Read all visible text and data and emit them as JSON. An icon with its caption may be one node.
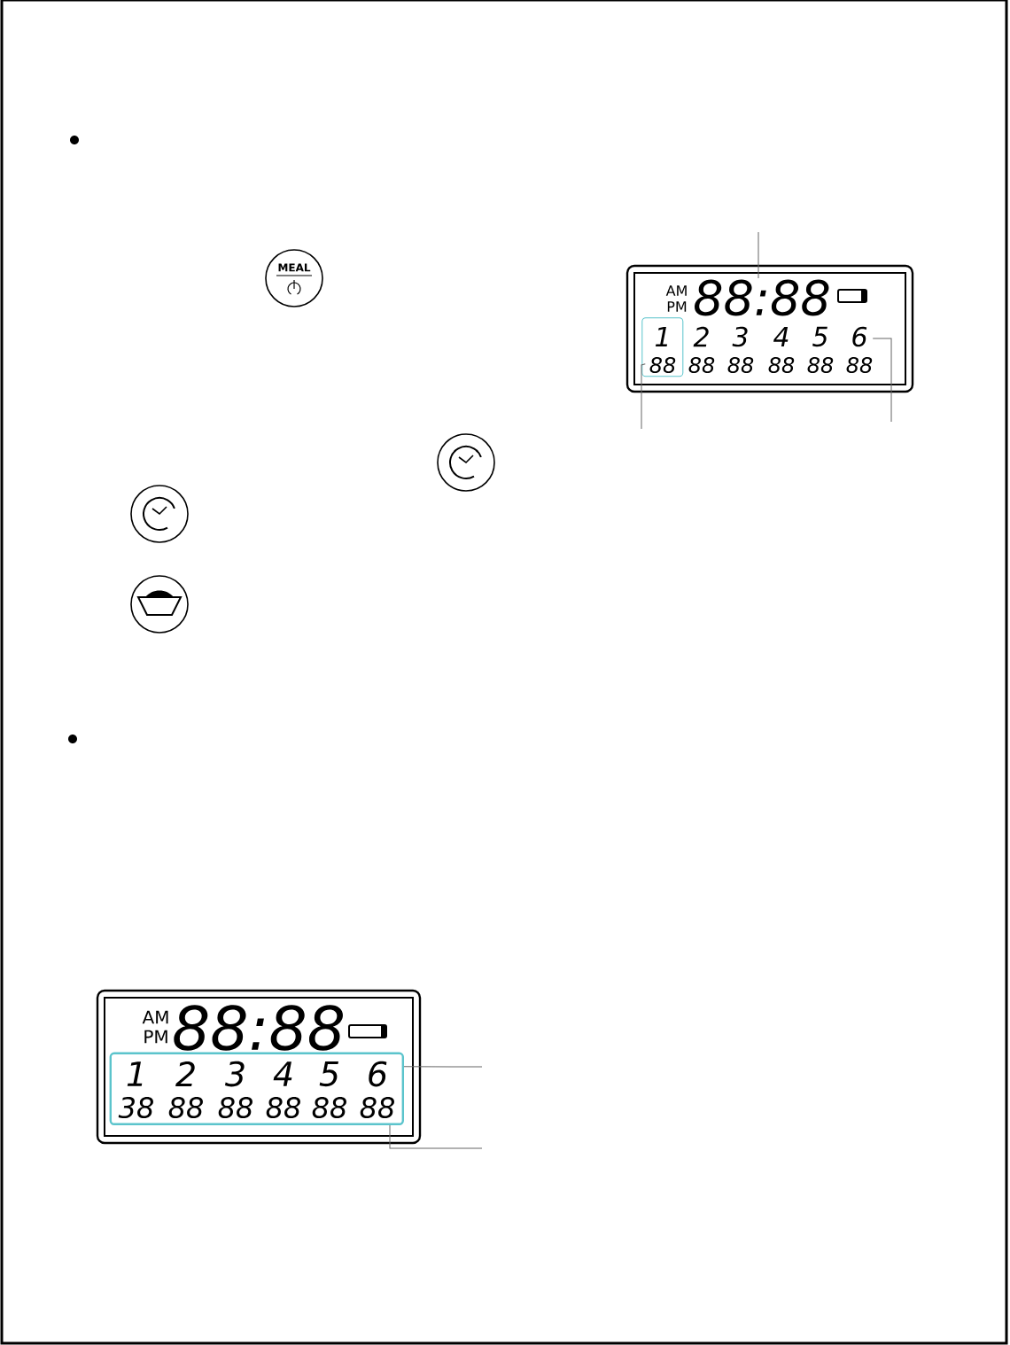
{
  "diagram": {
    "nodes": [
      {
        "text": [
          "AM",
          "PM",
          "88:88",
          "2",
          "3",
          "4",
          "5",
          "6",
          "88",
          "88",
          "88",
          "88",
          "88"
        ]
      },
      {
        "text": [
          "1",
          "88"
        ],
        "in": 0
      },
      {
        "text": [
          "AM",
          "PM",
          "88:88"
        ]
      },
      {
        "text": [
          "1",
          "2",
          "3",
          "4",
          "5",
          "6",
          "38",
          "88",
          "88",
          "88",
          "88",
          "88"
        ],
        "in": 2
      },
      {
        "text": [
          "MEAL"
        ]
      }
    ],
    "edges": [
      {
        "from": null,
        "to": 0,
        "arrow": "none"
      },
      {
        "from": null,
        "to": 1,
        "arrow": "none"
      },
      {
        "from": null,
        "to": 0,
        "arrow": "none"
      },
      {
        "from": null,
        "to": 3,
        "arrow": "none"
      },
      {
        "from": null,
        "to": 3,
        "arrow": "none"
      }
    ]
  }
}
